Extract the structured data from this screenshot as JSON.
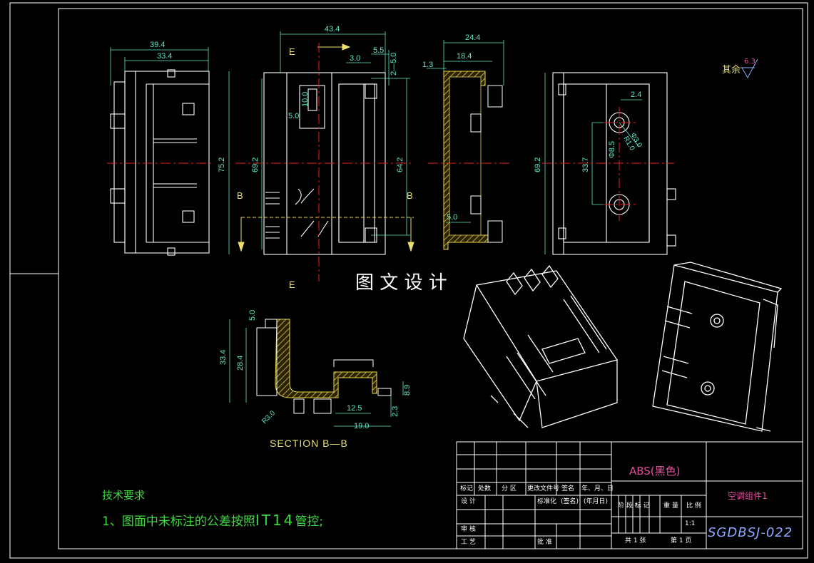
{
  "watermark": "图 文 设 计",
  "section_label": "SECTION B—B",
  "view_marks": {
    "e_top": "E",
    "e_bottom": "E",
    "b_left": "B",
    "b_right": "B"
  },
  "surface_roughness": {
    "prefix": "其余",
    "value": "6.3"
  },
  "tech_requirements": {
    "title": "技术要求",
    "item1_prefix": "1、图面中未标注的公差按照",
    "item1_grade": "IT14",
    "item1_suffix": "管控;"
  },
  "dimensions": {
    "v1_39_4": "39.4",
    "v1_33_4": "33.4",
    "v1_75_2": "75.2",
    "v2_43_4": "43.4",
    "v2_3_0": "3.0",
    "v2_5_5": "5.5",
    "v2_2_5_0": "2—5.0",
    "v2_10_0": "10.0",
    "v2_5_0": "5.0",
    "v2_69_2": "69.2",
    "v2_64_2": "64.2",
    "v3_24_4": "24.4",
    "v3_18_4": "18.4",
    "v3_1_3": "1.3",
    "v3_5_0": "5.0",
    "v4_69_2": "69.2",
    "v4_33_7": "33.7",
    "v4_2_4": "2.4",
    "v4_phi8_5": "Φ8.5",
    "v4_phi3_0": "Φ3.0",
    "v4_r1_0": "R1.0",
    "s_5_0": "5.0",
    "s_33_4": "33.4",
    "s_28_4": "28.4",
    "s_8_9": "8.9",
    "s_2_3": "2.3",
    "s_12_5": "12.5",
    "s_19_0": "19.0",
    "s_r3_0": "R3.0"
  },
  "title_block": {
    "material": "ABS(黑色)",
    "part_name": "空调组件1",
    "drawing_no": "SGDBSJ-022",
    "headers": [
      "标记",
      "处数",
      "分 区",
      "更改文件号",
      "签名",
      "年、月、日"
    ],
    "design": "设 计",
    "standardize": "标准化",
    "signature": "(签名)",
    "date": "(年月日)",
    "stage_mark": "阶 段 标 记",
    "weight": "重 量",
    "scale_label": "比 例",
    "scale": "1:1",
    "review": "审 核",
    "process": "工 艺",
    "approve": "批 准",
    "sheets_total": "共 1 张",
    "sheet_no": "第 1 页"
  },
  "colors": {
    "outline": "#ffffff",
    "dimension": "#5fe6c8",
    "centerline": "#e02020",
    "hatch": "#e8d84a",
    "body": "#ffffff",
    "text_green": "#3bdc3b",
    "material_magenta": "#e0509a",
    "tb_blue": "#8aa8ff"
  }
}
